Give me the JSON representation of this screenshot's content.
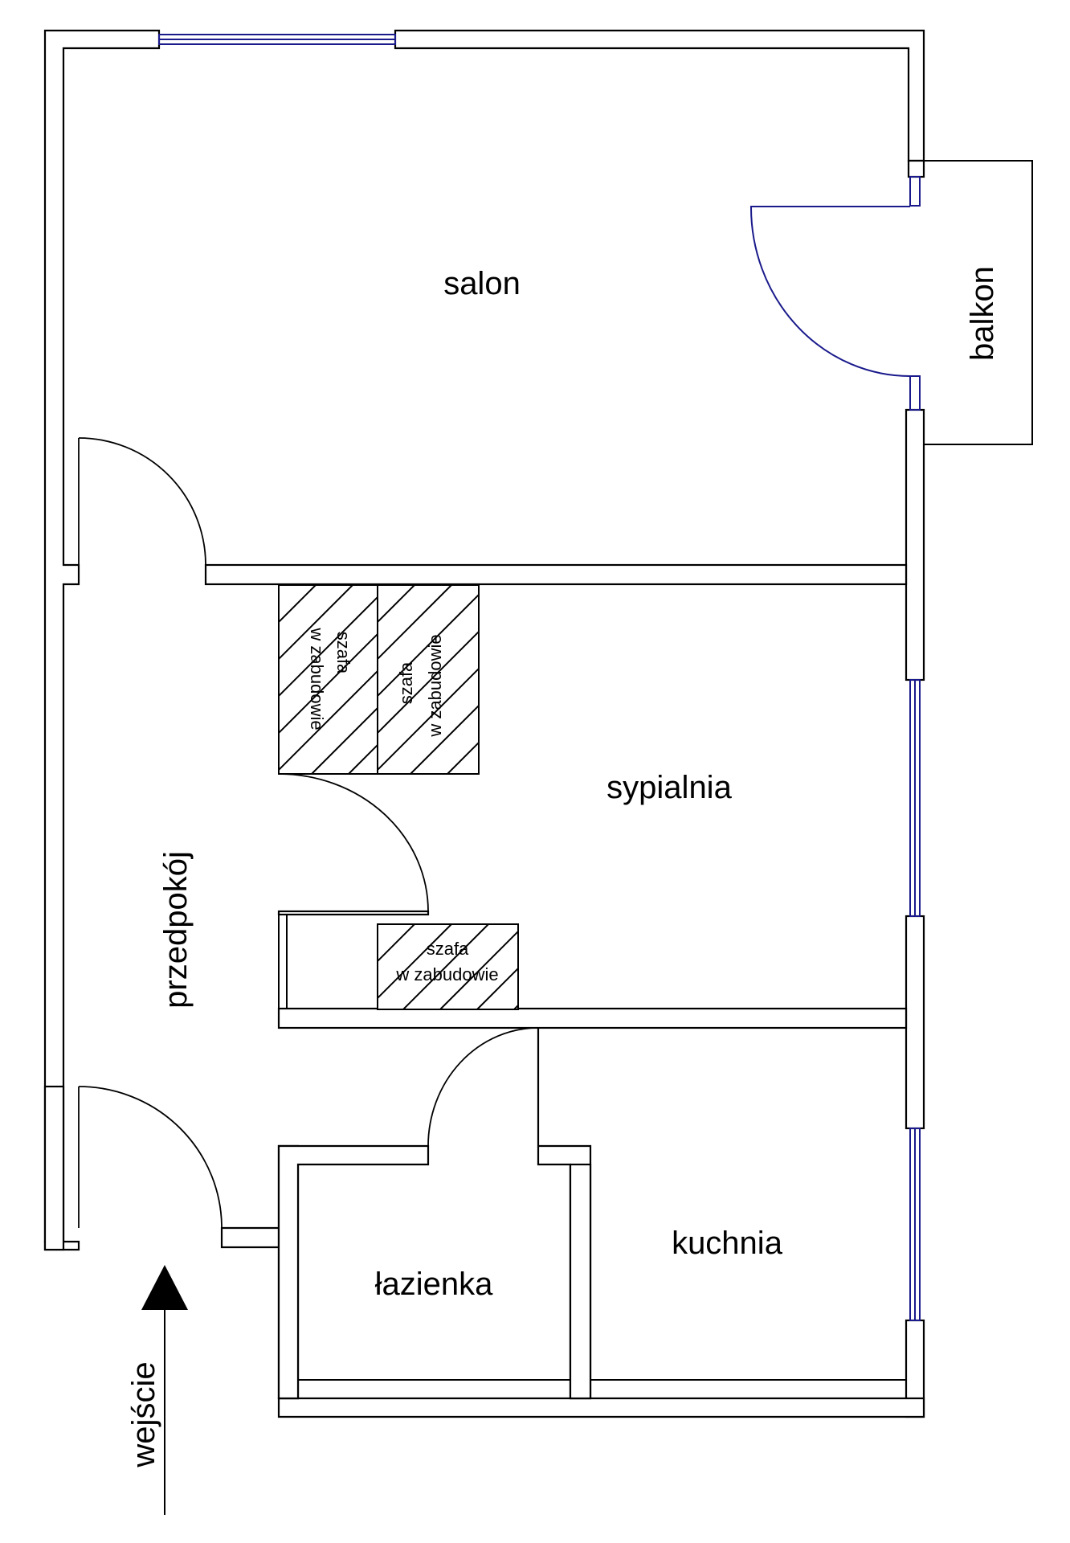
{
  "rooms": {
    "salon": "salon",
    "balkon": "balkon",
    "sypialnia": "sypialnia",
    "przedpokoj": "przedpokój",
    "lazienka": "łazienka",
    "kuchnia": "kuchnia"
  },
  "wardrobes": {
    "line1": "szafa",
    "line2": "w zabudowie"
  },
  "entrance": {
    "label": "wejście"
  },
  "colors": {
    "wall": "#000000",
    "window": "#1a1a8c",
    "background": "#ffffff"
  }
}
